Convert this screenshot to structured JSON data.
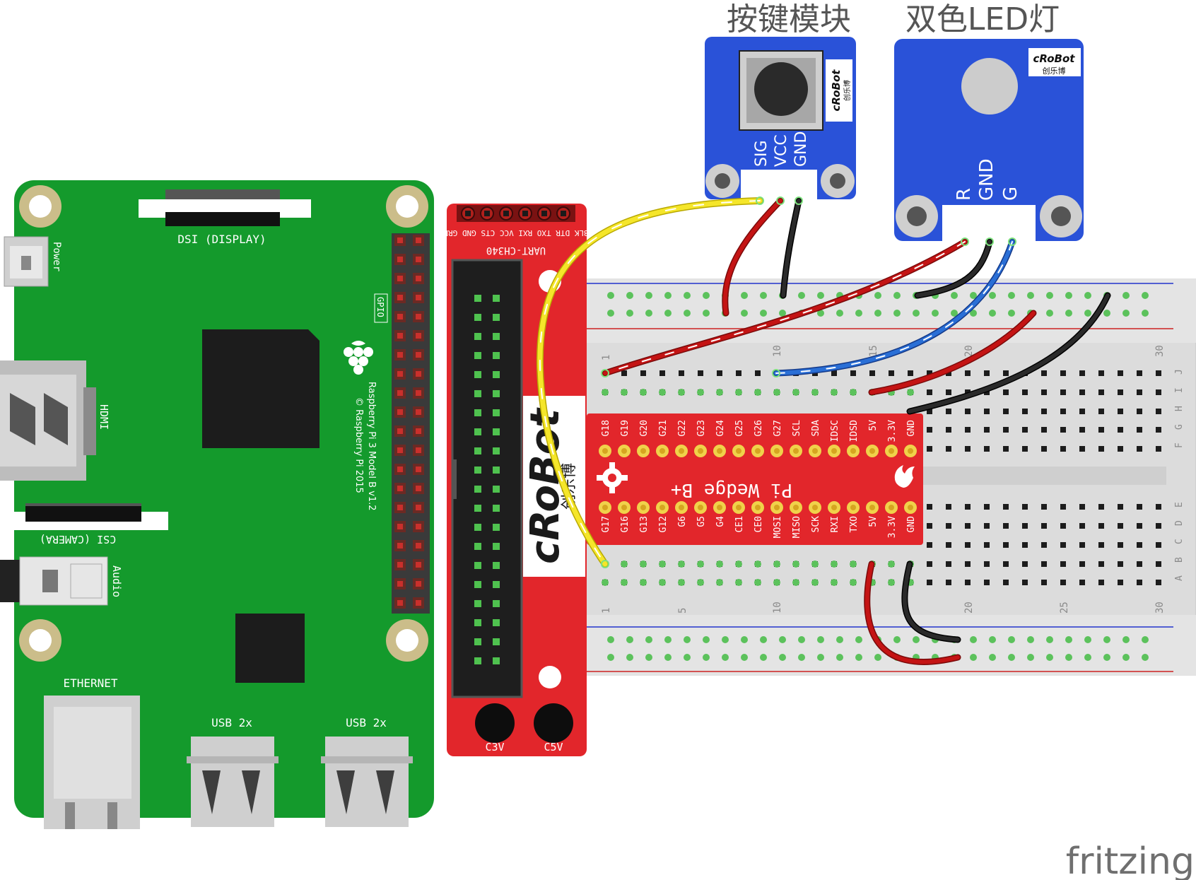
{
  "titles": {
    "button_module": "按键模块",
    "led_module": "双色LED灯"
  },
  "raspberry_pi": {
    "dsi_label": "DSI (DISPLAY)",
    "power_label": "Power",
    "gpio_label": "GPIO",
    "hdmi_label": "HDMI",
    "csi_label": "CSI (CAMERA)",
    "audio_label": "Audio",
    "ethernet_label": "ETHERNET",
    "usb1_label": "USB 2x",
    "usb2_label": "USB 2x",
    "model_line1": "Raspberry Pi 3 Model B v1.2",
    "model_line2": "© Raspberry Pi 2015"
  },
  "adapter": {
    "uart_label": "UART-CH340",
    "pin_labels": "BLK DTR TXO RXI VCC CTS GND GRN",
    "c3v_label": "C3V",
    "c5v_label": "C5V",
    "brand": "cRoBot",
    "brand_cn": "创乐博"
  },
  "wedge": {
    "title": "Pi Wedge B+",
    "top_pins": [
      "G18",
      "G19",
      "G20",
      "G21",
      "G22",
      "G23",
      "G24",
      "G25",
      "G26",
      "G27",
      "SCL",
      "SDA",
      "IDSC",
      "IDSD",
      "5V",
      "3.3V",
      "GND"
    ],
    "bottom_pins": [
      "G17",
      "G16",
      "G13",
      "G12",
      "G6",
      "G5",
      "G4",
      "CE1",
      "CE0",
      "MOSI",
      "MISO",
      "SCK",
      "RXI",
      "TXO",
      "5V",
      "3.3V",
      "GND"
    ]
  },
  "button_module": {
    "pins": [
      "SIG",
      "VCC",
      "GND"
    ],
    "brand": "cRoBot",
    "brand_cn": "创乐博"
  },
  "led_module": {
    "pins": [
      "R",
      "GND",
      "G"
    ],
    "brand": "cRoBot",
    "brand_cn": "创乐博"
  },
  "breadboard": {
    "col_numbers": [
      "1",
      "5",
      "10",
      "15",
      "20",
      "25",
      "30"
    ],
    "row_letters_top": [
      "J",
      "I",
      "H",
      "G",
      "F"
    ],
    "row_letters_bottom": [
      "E",
      "D",
      "C",
      "B",
      "A"
    ]
  },
  "watermark": "fritzing",
  "colors": {
    "pi_green": "#149a2c",
    "adapter_red": "#e2262b",
    "module_blue": "#2a52d8",
    "wire_yellow": "#f5e62a",
    "wire_red": "#c41414",
    "wire_black": "#1d1d1d",
    "wire_blue": "#2a6fd6"
  }
}
